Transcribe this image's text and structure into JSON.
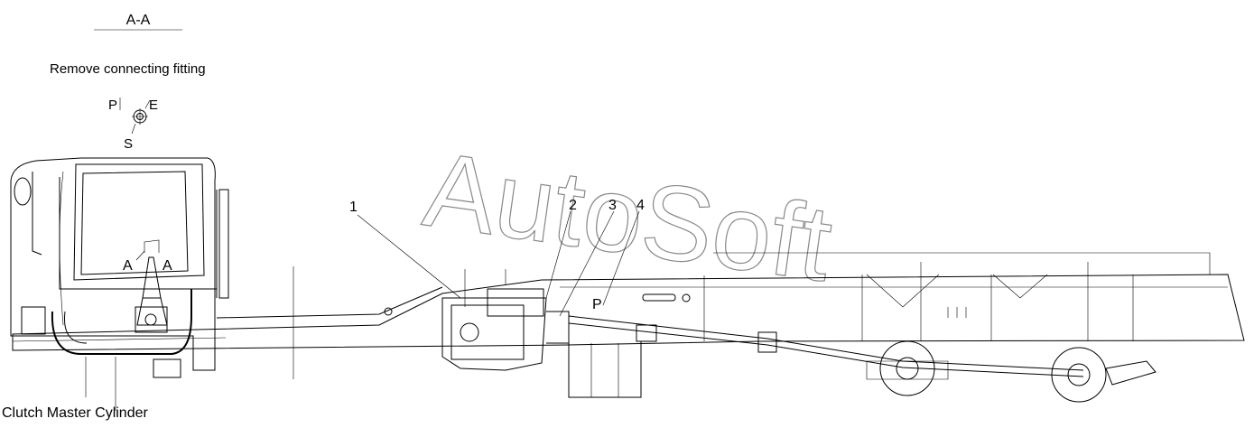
{
  "section_label": "A-A",
  "note": "Remove connecting fitting",
  "port_labels": {
    "p": "P",
    "e": "E",
    "s": "S"
  },
  "view_markers": {
    "left": "A",
    "right": "A"
  },
  "callouts": [
    "1",
    "2",
    "3",
    "4"
  ],
  "pipe_label": "P",
  "bottom_label": "Clutch Master Cylinder",
  "watermark": "AutoSoft",
  "colors": {
    "line": "#000000",
    "watermark": "#555555",
    "background": "#ffffff"
  }
}
